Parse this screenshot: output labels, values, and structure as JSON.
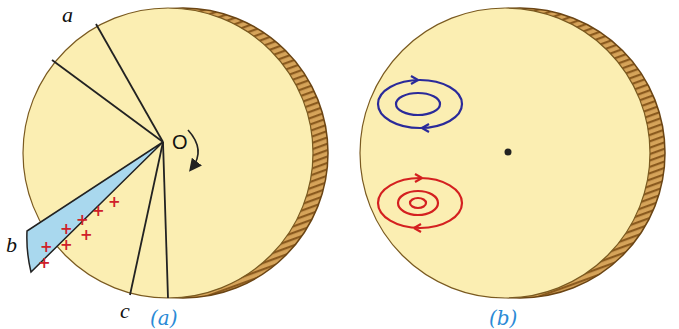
{
  "diagram": {
    "labels": [
      "a",
      "b",
      "c",
      "O",
      "(a)",
      "(b)",
      "+",
      "+",
      "+",
      "+",
      "+",
      "+",
      "+",
      "+"
    ]
  }
}
